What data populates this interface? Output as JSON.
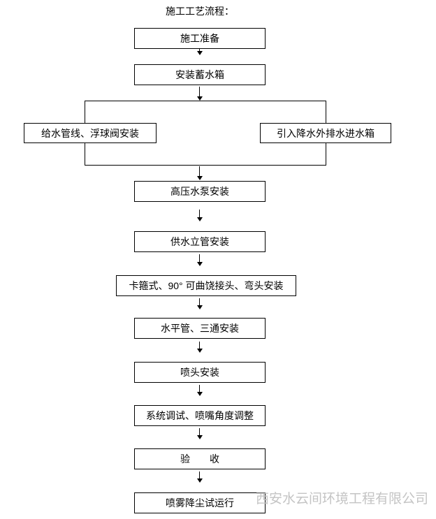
{
  "title": "施工工艺流程：",
  "flow": {
    "steps": {
      "prepare": "施工准备",
      "install_tank": "安装蓄水箱",
      "supply_line": "给水管线、浮球阀安装",
      "dewater_inlet": "引入降水外排水进水箱",
      "pump": "高压水泵安装",
      "riser": "供水立管安装",
      "joints": "卡箍式、90° 可曲饶接头、弯头安装",
      "horizontal_pipe": "水平管、三通安装",
      "nozzle": "喷头安装",
      "debug": "系统调试、喷嘴角度调整",
      "acceptance": "验　　收",
      "trial_run": "喷雾降尘试运行"
    },
    "edges": [
      [
        "prepare",
        "install_tank"
      ],
      [
        "install_tank",
        "branch_group"
      ],
      [
        "branch_group",
        "pump"
      ],
      [
        "pump",
        "riser"
      ],
      [
        "riser",
        "joints"
      ],
      [
        "joints",
        "horizontal_pipe"
      ],
      [
        "horizontal_pipe",
        "nozzle"
      ],
      [
        "nozzle",
        "debug"
      ],
      [
        "debug",
        "acceptance"
      ],
      [
        "acceptance",
        "trial_run"
      ]
    ]
  },
  "watermark": "西安水云间环境工程有限公司",
  "colors": {
    "line": "#000000",
    "background": "#ffffff",
    "watermark": "#c4c4c4"
  }
}
